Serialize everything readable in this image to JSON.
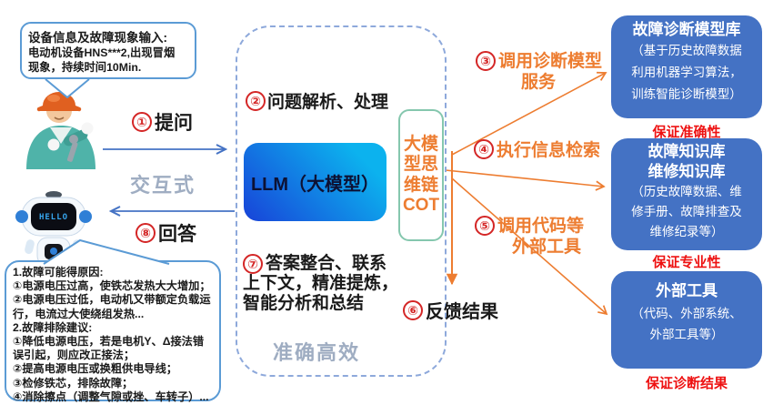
{
  "input_bubble": {
    "title": "设备信息及故障现象输入:",
    "lines": [
      "电动机设备HNS***2,出现冒烟",
      "现象，持续时间10Min."
    ]
  },
  "answer_bubble": {
    "lines": [
      "1.故障可能得原因:",
      "①电源电压过高，使铁芯发热大大增加；",
      "②电源电压过低，电动机又带额定负载运",
      "行，电流过大使绕组发热...",
      "2.故障排除建议:",
      "①降低电源电压，若是电机Y、Δ接法错",
      "误引起，则应改正接法；",
      "②提高电源电压或换粗供电导线；",
      "③检修铁芯，排除故障；",
      "④消除擦点（调整气隙或挫、车转子）..."
    ]
  },
  "robot": {
    "screen_text": "HELLO"
  },
  "flow": {
    "step1": {
      "num": "①",
      "label": "提问"
    },
    "interactive": "交互式",
    "step8": {
      "num": "⑧",
      "label": "回答"
    },
    "step2": {
      "num": "②",
      "label": "问题解析、处理"
    },
    "step7": {
      "num": "⑦",
      "lines": [
        "答案整合、联系",
        "上下文，精准提炼，",
        "智能分析和总结"
      ]
    },
    "accurate": "准确高效",
    "step3": {
      "num": "③",
      "line1": "调用诊断模型",
      "line2": "服务"
    },
    "step4": {
      "num": "④",
      "label": "执行信息检索"
    },
    "step5": {
      "num": "⑤",
      "line1": "调用代码等",
      "line2": "外部工具"
    },
    "step6": {
      "num": "⑥",
      "label": "反馈结果"
    }
  },
  "llm": {
    "label": "LLM（大模型）"
  },
  "cot": {
    "lines": [
      "大模",
      "型思",
      "维链",
      "COT"
    ]
  },
  "right_boxes": [
    {
      "title_lines": [
        "故障诊断模型库"
      ],
      "body_lines": [
        "（基于历史故障数据",
        "利用机器学习算法，",
        "训练智能诊断模型）"
      ],
      "caption": "保证准确性"
    },
    {
      "title_lines": [
        "故障知识库",
        "维修知识库"
      ],
      "body_lines": [
        "（历史故障数据、维",
        "修手册、故障排查及",
        "维修纪录等）"
      ],
      "caption": "保证专业性"
    },
    {
      "title_lines": [
        "外部工具"
      ],
      "body_lines": [
        "（代码、外部系统、",
        "外部工具等）"
      ],
      "caption": "保证诊断结果"
    }
  ],
  "colors": {
    "box_blue": "#4472c4",
    "accent_orange": "#ed7d31",
    "alert_red": "#ee1111",
    "bubble_border_blue": "#5b9bd5",
    "muted_blue_gray": "#9fadc2",
    "llm_gradient_start": "#1843d8",
    "llm_gradient_end": "#0cb2ee",
    "cot_border_teal": "#85c7ae"
  }
}
